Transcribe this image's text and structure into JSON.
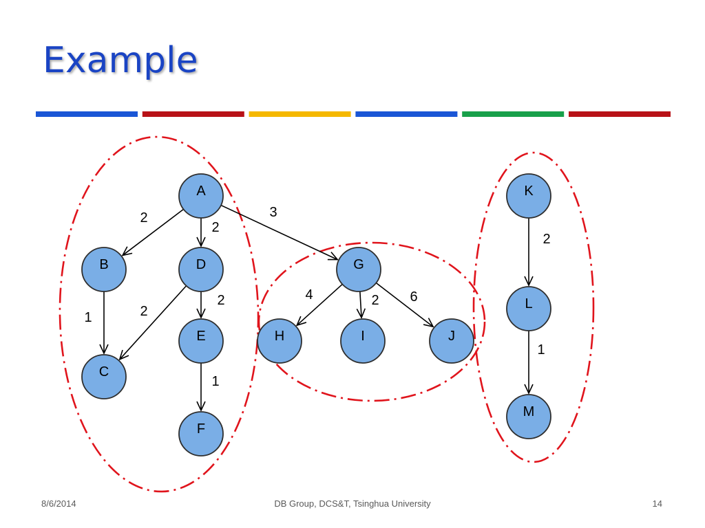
{
  "slide": {
    "title": "Example",
    "footer": {
      "date": "8/6/2014",
      "center": "DB Group, DCS&T, Tsinghua University",
      "page": "14"
    }
  },
  "colors": {
    "title": "#1a44c4",
    "node_fill": "#7aaee6",
    "node_stroke": "#2e2e2e",
    "cluster_stroke": "#e0141c",
    "bar_segments": [
      "#1a56d6",
      "#b81217",
      "#f5b800",
      "#1a56d6",
      "#18a04a",
      "#b81217"
    ]
  },
  "graph": {
    "nodes": [
      {
        "id": "A",
        "label": "A"
      },
      {
        "id": "B",
        "label": "B"
      },
      {
        "id": "C",
        "label": "C"
      },
      {
        "id": "D",
        "label": "D"
      },
      {
        "id": "E",
        "label": "E"
      },
      {
        "id": "F",
        "label": "F"
      },
      {
        "id": "G",
        "label": "G"
      },
      {
        "id": "H",
        "label": "H"
      },
      {
        "id": "I",
        "label": "I"
      },
      {
        "id": "J",
        "label": "J"
      },
      {
        "id": "K",
        "label": "K"
      },
      {
        "id": "L",
        "label": "L"
      },
      {
        "id": "M",
        "label": "M"
      }
    ],
    "edges": [
      {
        "from": "A",
        "to": "B",
        "weight": "2"
      },
      {
        "from": "A",
        "to": "D",
        "weight": "2"
      },
      {
        "from": "A",
        "to": "G",
        "weight": "3"
      },
      {
        "from": "B",
        "to": "C",
        "weight": "1"
      },
      {
        "from": "D",
        "to": "C",
        "weight": "2"
      },
      {
        "from": "D",
        "to": "E",
        "weight": "2"
      },
      {
        "from": "E",
        "to": "F",
        "weight": "1"
      },
      {
        "from": "G",
        "to": "H",
        "weight": "4"
      },
      {
        "from": "G",
        "to": "I",
        "weight": "2"
      },
      {
        "from": "G",
        "to": "J",
        "weight": "6"
      },
      {
        "from": "K",
        "to": "L",
        "weight": "2"
      },
      {
        "from": "L",
        "to": "M",
        "weight": "1"
      }
    ],
    "clusters": [
      {
        "id": "cluster-1",
        "members": [
          "A",
          "B",
          "C",
          "D",
          "E",
          "F"
        ]
      },
      {
        "id": "cluster-2",
        "members": [
          "G",
          "H",
          "I",
          "J"
        ]
      },
      {
        "id": "cluster-3",
        "members": [
          "K",
          "L",
          "M"
        ]
      }
    ]
  }
}
